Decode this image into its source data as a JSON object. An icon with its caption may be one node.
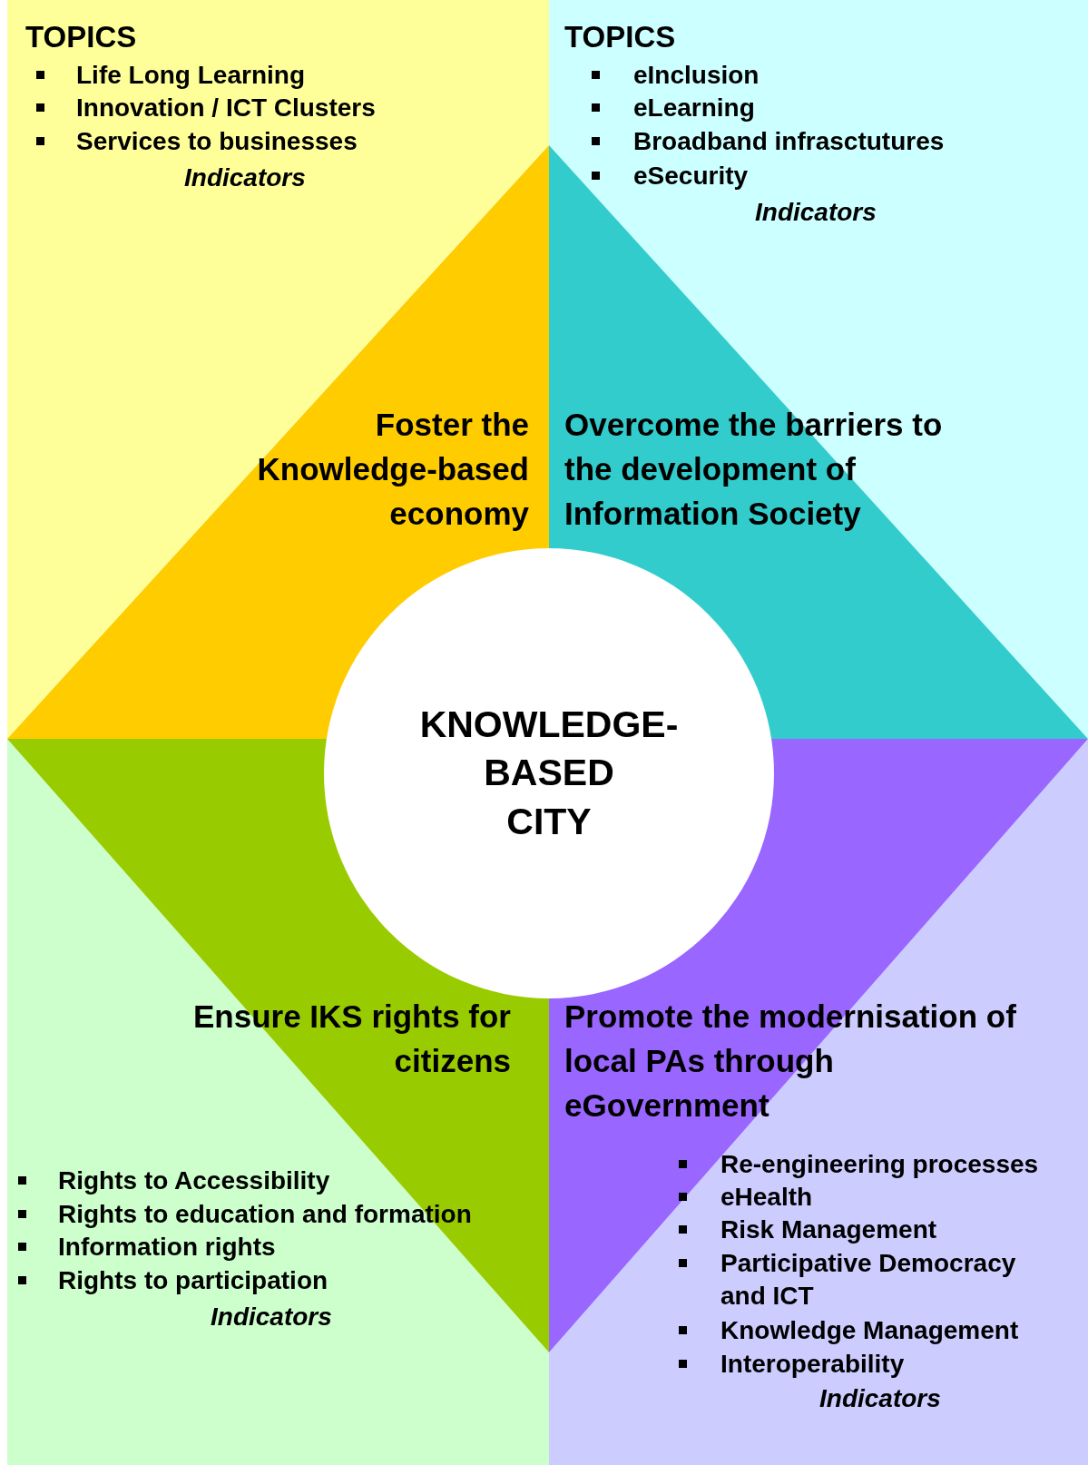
{
  "diagram": {
    "nodes": [
      {
        "text": [
          "TOPICS",
          "Life Long Learning",
          "Innovation / ICT Clusters",
          "Services to businesses",
          "Indicators"
        ]
      },
      {
        "text": [
          "Foster the Knowledge-based economy"
        ],
        "in": 0
      },
      {
        "text": [
          "TOPICS",
          "eInclusion",
          "eLearning",
          "Broadband infrasctutures",
          "eSecurity",
          "Indicators"
        ]
      },
      {
        "text": [
          "Overcome the barriers to the development of Information Society"
        ],
        "in": 2
      },
      {
        "text": [
          "KNOWLEDGE- BASED CITY"
        ]
      },
      {
        "text": [
          "Rights to Accessibility",
          "Rights to education and formation",
          "Information rights",
          "Rights to participation",
          "Indicators"
        ]
      },
      {
        "text": [
          "Ensure IKS rights for citizens"
        ],
        "in": 5
      },
      {
        "text": [
          "Re-engineering processes",
          "eHealth",
          "Risk Management",
          "Participative Democracy and ICT",
          "Knowledge Management",
          "Interoperability",
          "Indicators"
        ]
      },
      {
        "text": [
          "Promote the modernisation of local PAs through eGovernment"
        ],
        "in": 7
      }
    ],
    "edges": []
  }
}
